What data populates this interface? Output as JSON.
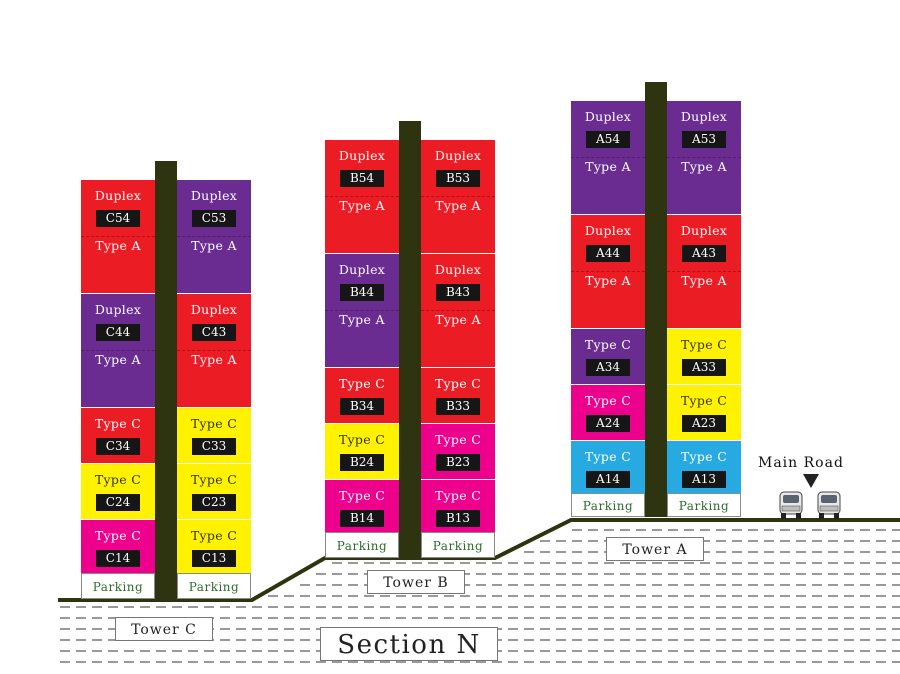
{
  "title": "Section N",
  "main_road": "Main Road",
  "colors": {
    "duplex_red": "#ec1c24",
    "duplex_purple": "#6a2c91",
    "type_c_red": "#ec1c24",
    "type_c_yellow": "#fff200",
    "type_c_magenta": "#ec008c",
    "type_c_blue": "#27aae1",
    "core": "#2f3410",
    "ground": "#2f3410"
  },
  "towers": [
    {
      "name": "Tower C",
      "left_units": [
        {
          "label": "Duplex",
          "sublabel": "Type A",
          "code": "C54",
          "color": "#ec1c24"
        },
        {
          "label": "Duplex",
          "sublabel": "Type A",
          "code": "C44",
          "color": "#6a2c91"
        },
        {
          "label": "Type C",
          "code": "C34",
          "color": "#ec1c24"
        },
        {
          "label": "Type C",
          "code": "C24",
          "color": "#fff200"
        },
        {
          "label": "Type C",
          "code": "C14",
          "color": "#ec008c"
        }
      ],
      "right_units": [
        {
          "label": "Duplex",
          "sublabel": "Type A",
          "code": "C53",
          "color": "#6a2c91"
        },
        {
          "label": "Duplex",
          "sublabel": "Type A",
          "code": "C43",
          "color": "#ec1c24"
        },
        {
          "label": "Type C",
          "code": "C33",
          "color": "#fff200"
        },
        {
          "label": "Type C",
          "code": "C23",
          "color": "#fff200"
        },
        {
          "label": "Type C",
          "code": "C13",
          "color": "#fff200"
        }
      ],
      "parking": "Parking"
    },
    {
      "name": "Tower B",
      "left_units": [
        {
          "label": "Duplex",
          "sublabel": "Type A",
          "code": "B54",
          "color": "#ec1c24"
        },
        {
          "label": "Duplex",
          "sublabel": "Type A",
          "code": "B44",
          "color": "#6a2c91"
        },
        {
          "label": "Type C",
          "code": "B34",
          "color": "#ec1c24"
        },
        {
          "label": "Type C",
          "code": "B24",
          "color": "#fff200"
        },
        {
          "label": "Type C",
          "code": "B14",
          "color": "#ec008c"
        }
      ],
      "right_units": [
        {
          "label": "Duplex",
          "sublabel": "Type A",
          "code": "B53",
          "color": "#ec1c24"
        },
        {
          "label": "Duplex",
          "sublabel": "Type A",
          "code": "B43",
          "color": "#ec1c24"
        },
        {
          "label": "Type C",
          "code": "B33",
          "color": "#ec1c24"
        },
        {
          "label": "Type C",
          "code": "B23",
          "color": "#ec008c"
        },
        {
          "label": "Type C",
          "code": "B13",
          "color": "#ec008c"
        }
      ],
      "parking": "Parking"
    },
    {
      "name": "Tower A",
      "left_units": [
        {
          "label": "Duplex",
          "sublabel": "Type A",
          "code": "A54",
          "color": "#6a2c91"
        },
        {
          "label": "Duplex",
          "sublabel": "Type A",
          "code": "A44",
          "color": "#ec1c24"
        },
        {
          "label": "Type C",
          "code": "A34",
          "color": "#6a2c91"
        },
        {
          "label": "Type C",
          "code": "A24",
          "color": "#ec008c"
        },
        {
          "label": "Type C",
          "code": "A14",
          "color": "#27aae1"
        }
      ],
      "right_units": [
        {
          "label": "Duplex",
          "sublabel": "Type A",
          "code": "A53",
          "color": "#6a2c91"
        },
        {
          "label": "Duplex",
          "sublabel": "Type A",
          "code": "A43",
          "color": "#ec1c24"
        },
        {
          "label": "Type C",
          "code": "A33",
          "color": "#fff200"
        },
        {
          "label": "Type C",
          "code": "A23",
          "color": "#fff200"
        },
        {
          "label": "Type C",
          "code": "A13",
          "color": "#27aae1"
        }
      ],
      "parking": "Parking"
    }
  ]
}
